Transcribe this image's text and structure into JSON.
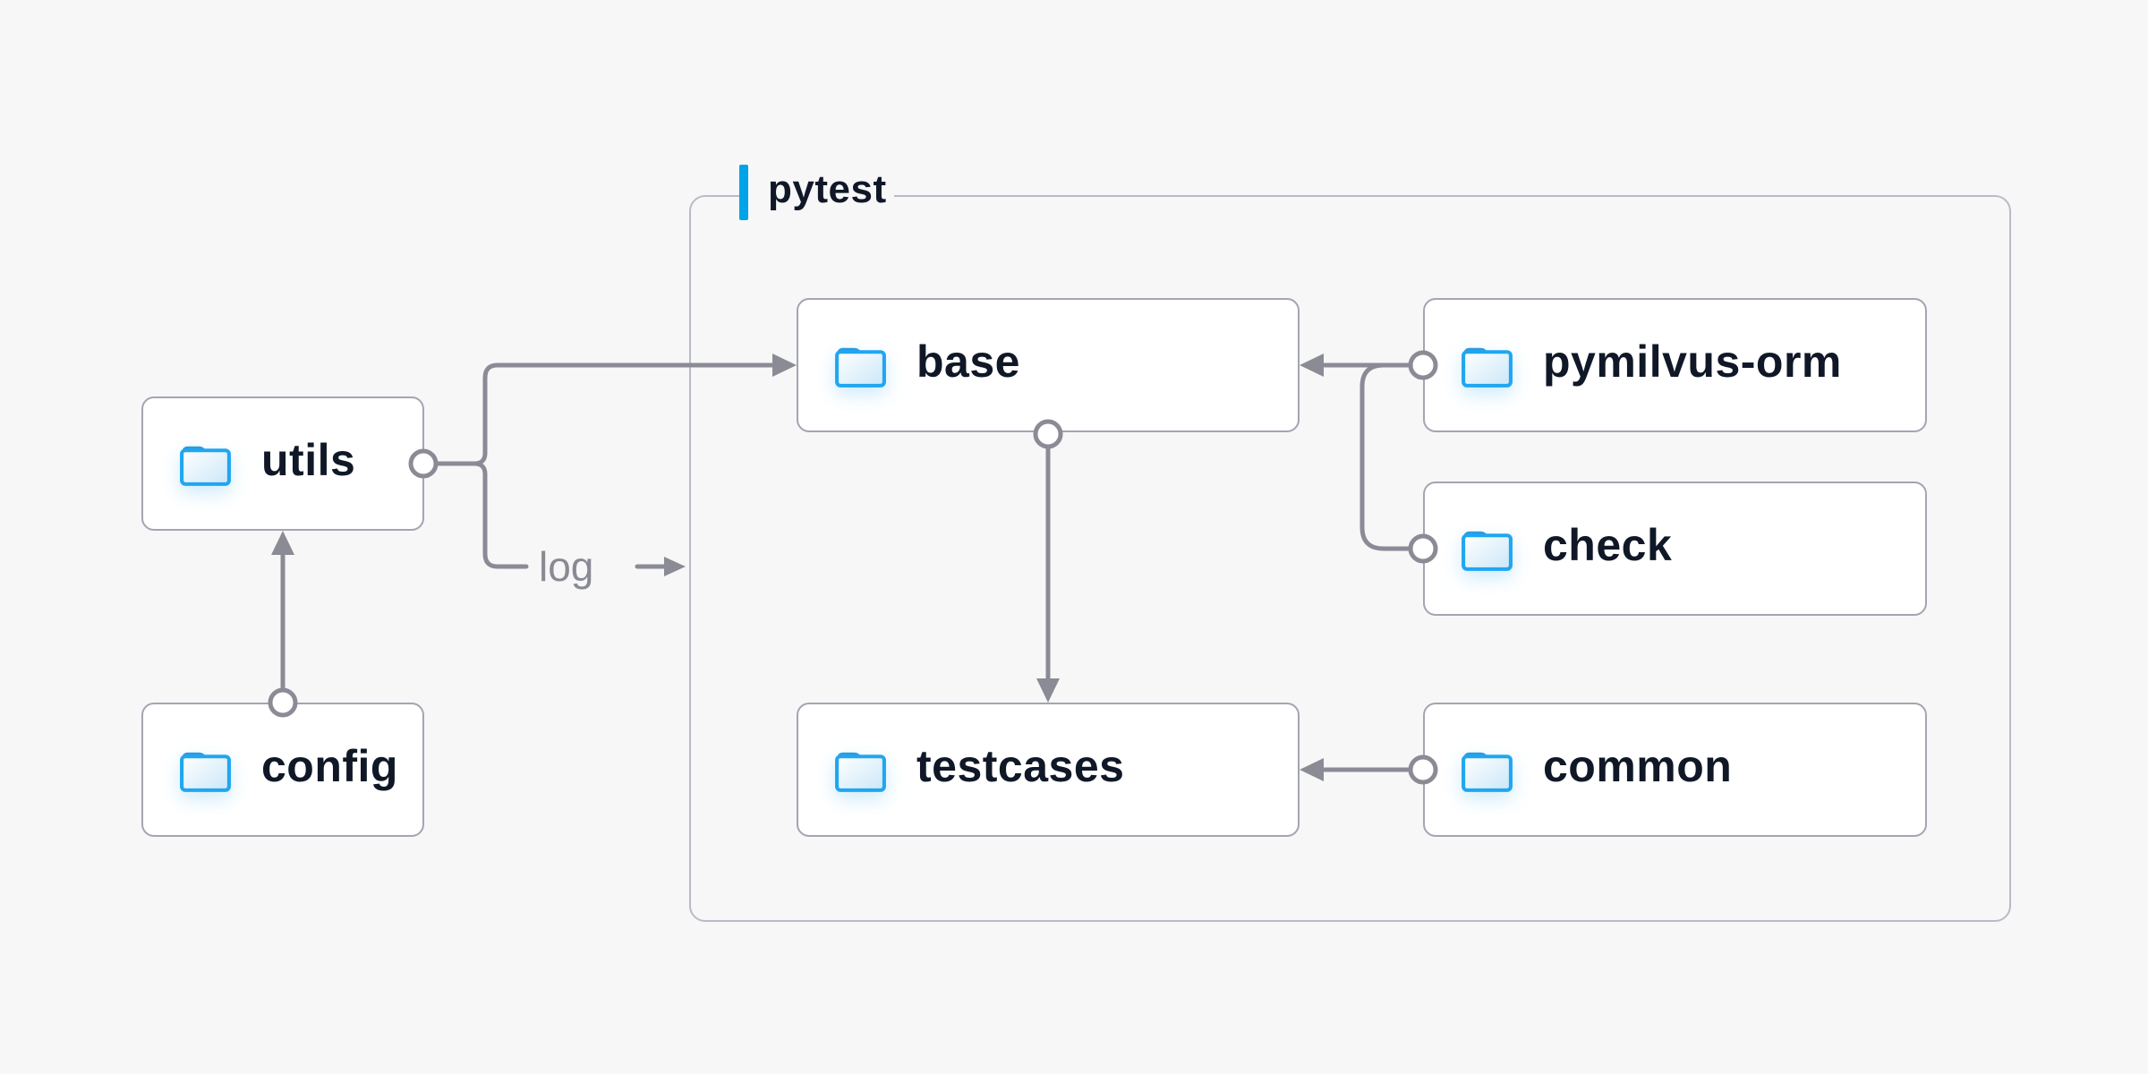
{
  "diagram": {
    "background_color": "#f7f7f8",
    "group": {
      "label": "pytest",
      "accent_color": "#00a3e8",
      "border_color": "#b9bbc6"
    },
    "nodes": {
      "utils": {
        "label": "utils",
        "icon": "folder-icon"
      },
      "config": {
        "label": "config",
        "icon": "folder-icon"
      },
      "base": {
        "label": "base",
        "icon": "folder-icon",
        "inside_group": "pytest"
      },
      "testcases": {
        "label": "testcases",
        "icon": "folder-icon",
        "inside_group": "pytest"
      },
      "pymilvus-orm": {
        "label": "pymilvus-orm",
        "icon": "folder-icon",
        "inside_group": "pytest"
      },
      "check": {
        "label": "check",
        "icon": "folder-icon",
        "inside_group": "pytest"
      },
      "common": {
        "label": "common",
        "icon": "folder-icon",
        "inside_group": "pytest"
      }
    },
    "edges": [
      {
        "from": "config",
        "to": "utils"
      },
      {
        "from": "utils",
        "to": "base"
      },
      {
        "from": "utils",
        "to": "log-label",
        "label": "log"
      },
      {
        "from": "pymilvus-orm",
        "to": "base"
      },
      {
        "from": "check",
        "to": "base"
      },
      {
        "from": "base",
        "to": "testcases"
      },
      {
        "from": "common",
        "to": "testcases"
      }
    ],
    "edge_label": {
      "log": "log"
    },
    "colors": {
      "connector": "#8b8b96",
      "node_border": "#a3a5b1",
      "node_background": "#ffffff",
      "text": "#101828",
      "edge_label_text": "#8a8a95",
      "folder_stroke": "#20a6f0",
      "folder_tab": "#2a9be0"
    }
  }
}
